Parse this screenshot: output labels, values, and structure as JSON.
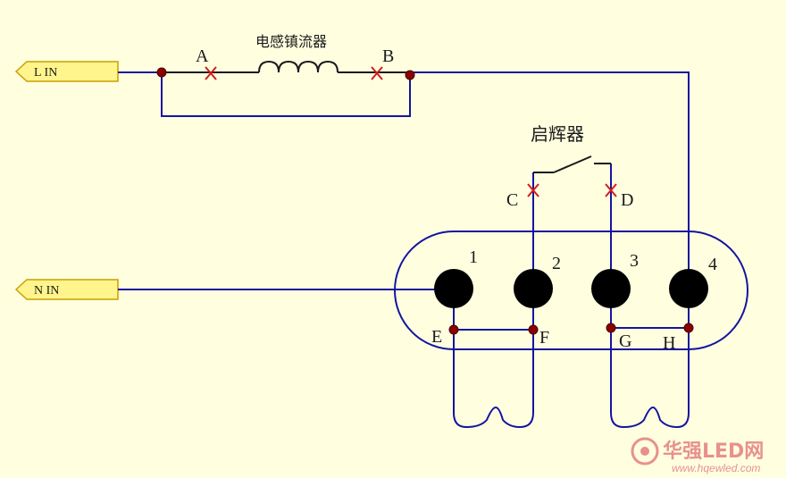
{
  "inputs": {
    "line_in": "L IN",
    "neutral_in": "N IN"
  },
  "components": {
    "ballast": "电感镇流器",
    "starter": "启辉器"
  },
  "points": {
    "a": "A",
    "b": "B",
    "c": "C",
    "d": "D",
    "e": "E",
    "f": "F",
    "g": "G",
    "h": "H"
  },
  "pins": {
    "p1": "1",
    "p2": "2",
    "p3": "3",
    "p4": "4"
  },
  "watermark": {
    "brand": "华强LED网",
    "url": "www.hqewled.com"
  },
  "colors": {
    "wire": "#1414A0",
    "node": "#8B0000",
    "break_mark": "#D21C1C",
    "tag_fill": "#FFF58C",
    "tag_stroke": "#C8A000",
    "watermark": "#E89090"
  }
}
